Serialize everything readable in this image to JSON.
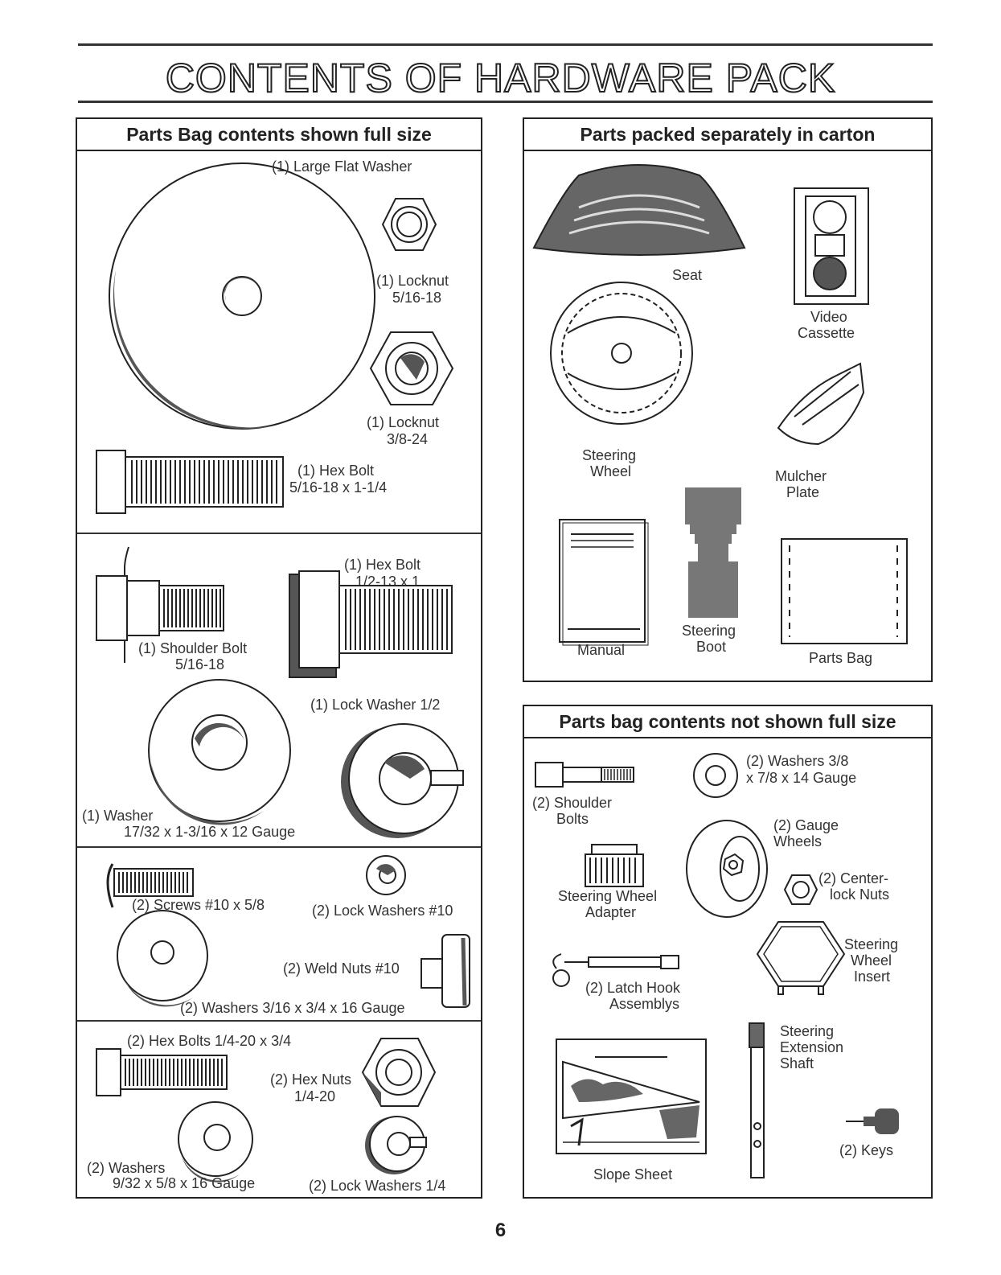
{
  "title": "CONTENTS OF HARDWARE PACK",
  "page_number": "6",
  "left_panel": {
    "header": "Parts Bag contents shown full size",
    "items": {
      "large_flat_washer": "(1) Large Flat Washer",
      "locknut_a": "(1) Locknut",
      "locknut_a_size": "5/16-18",
      "locknut_b": "(1) Locknut",
      "locknut_b_size": "3/8-24",
      "hex_bolt_a": "(1) Hex Bolt",
      "hex_bolt_a_size": "5/16-18 x 1-1/4",
      "hex_bolt_b": "(1) Hex Bolt",
      "hex_bolt_b_size": "1/2-13 x 1",
      "shoulder_bolt": "(1) Shoulder Bolt",
      "shoulder_bolt_size": "5/16-18",
      "lock_washer_half": "(1) Lock Washer  1/2",
      "washer": "(1) Washer",
      "washer_size": "17/32 x 1-3/16 x 12 Gauge",
      "screws": "(2) Screws  #10 x 5/8",
      "lock_washers_10": "(2) Lock Washers  #10",
      "weld_nuts": "(2) Weld Nuts  #10",
      "washers_316": "(2) Washers  3/16 x 3/4 x 16 Gauge",
      "hex_bolts_14": "(2) Hex Bolts  1/4-20 x 3/4",
      "hex_nuts": "(2) Hex Nuts",
      "hex_nuts_size": "1/4-20",
      "washers_932": "(2) Washers",
      "washers_932_size": "9/32  x 5/8 x 16 Gauge",
      "lock_washers_14": "(2) Lock Washers  1/4"
    }
  },
  "right_top_panel": {
    "header": "Parts packed separately in carton",
    "items": {
      "seat": "Seat",
      "video_1": "Video",
      "video_2": "Cassette",
      "steering_wheel_1": "Steering",
      "steering_wheel_2": "Wheel",
      "mulcher_1": "Mulcher",
      "mulcher_2": "Plate",
      "manual": "Manual",
      "boot_1": "Steering",
      "boot_2": "Boot",
      "parts_bag": "Parts Bag"
    }
  },
  "right_bottom_panel": {
    "header": "Parts bag contents not shown full size",
    "items": {
      "washers_38_1": "(2) Washers  3/8",
      "washers_38_2": "x 7/8 x 14 Gauge",
      "shoulder_bolts_1": "(2) Shoulder",
      "shoulder_bolts_2": "Bolts",
      "gauge_wheels_1": "(2) Gauge",
      "gauge_wheels_2": "Wheels",
      "adapter_1": "Steering Wheel",
      "adapter_2": "Adapter",
      "center_nuts_1": "(2) Center-",
      "center_nuts_2": "lock Nuts",
      "insert_1": "Steering",
      "insert_2": "Wheel",
      "insert_3": "Insert",
      "latch_1": "(2) Latch Hook",
      "latch_2": "Assemblys",
      "shaft_1": "Steering",
      "shaft_2": "Extension",
      "shaft_3": "Shaft",
      "keys": "(2) Keys",
      "slope": "Slope Sheet"
    }
  }
}
